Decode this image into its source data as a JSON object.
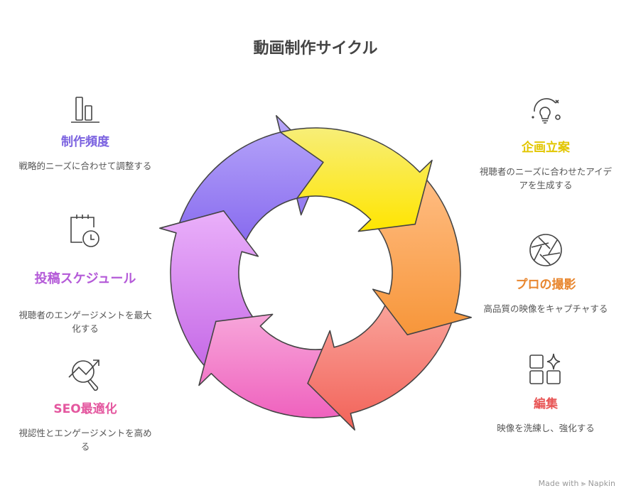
{
  "title": "動画制作サイクル",
  "steps": [
    {
      "label": "企画立案",
      "desc": "視聴者のニーズに合わせたアイデアを生成する",
      "color": "#E2C600",
      "icon": "lightbulb-icon"
    },
    {
      "label": "プロの撮影",
      "desc": "高品質の映像をキャプチャする",
      "color": "#E8862E",
      "icon": "camera-aperture-icon"
    },
    {
      "label": "編集",
      "desc": "映像を洗練し、強化する",
      "color": "#E85555",
      "icon": "grid-sparkle-icon"
    },
    {
      "label": "SEO最適化",
      "desc": "視認性とエンゲージメントを高める",
      "color": "#E4579F",
      "icon": "search-trend-icon"
    },
    {
      "label": "投稿スケジュール",
      "desc": "視聴者のエンゲージメントを最大化する",
      "color": "#B45AD8",
      "icon": "calendar-clock-icon"
    },
    {
      "label": "制作頻度",
      "desc": "戦略的ニーズに合わせて調整する",
      "color": "#7B62E0",
      "icon": "bar-chart-icon"
    }
  ],
  "arrow_colors": [
    [
      "#F7EE78",
      "#FFE500"
    ],
    [
      "#FFBE85",
      "#F7963A"
    ],
    [
      "#FAA8A0",
      "#F26258"
    ],
    [
      "#F7A6DA",
      "#EF62BE"
    ],
    [
      "#EAB0FA",
      "#C467E6"
    ],
    [
      "#B8A8FA",
      "#8466EE"
    ]
  ],
  "footer": "Made with ⪢ Napkin"
}
